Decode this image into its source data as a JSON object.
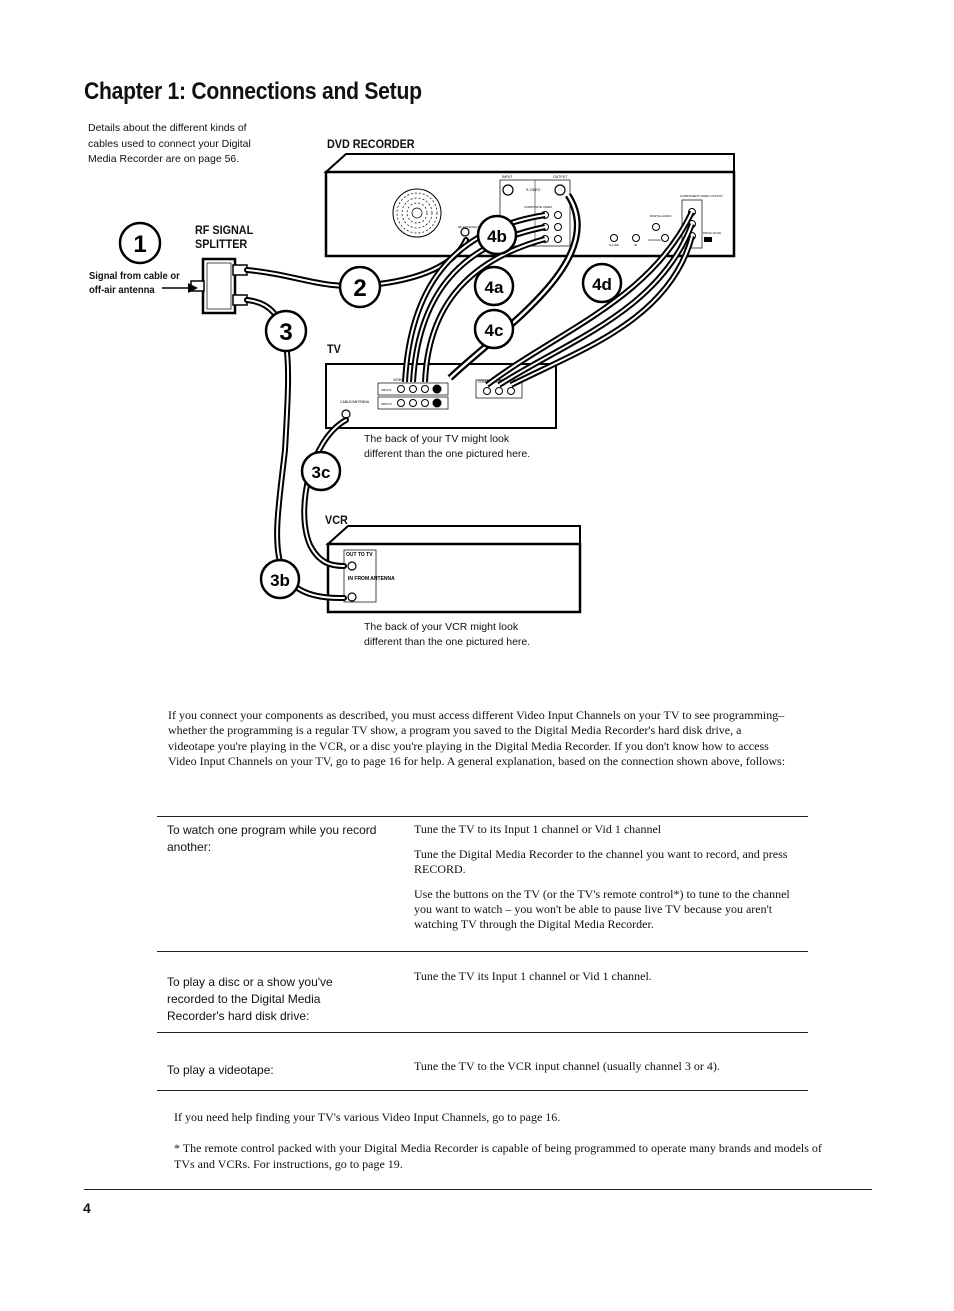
{
  "chapter_title": "Chapter 1: Connections and Setup",
  "details_note": "Details about the different kinds of cables used to connect your Digital Media Recorder are on page 56.",
  "diagram": {
    "dvd_recorder_label": "DVD RECORDER",
    "rf_splitter_label": "RF SIGNAL SPLITTER",
    "signal_source_label": "Signal from cable or off-air antenna",
    "tv_label": "TV",
    "vcr_label": "VCR",
    "tv_caption": "The back of your TV might look different than the one pictured here.",
    "vcr_caption": "The back of your VCR might look different than the one pictured here.",
    "vcr_out_to_tv": "OUT TO TV",
    "vcr_in_from_antenna": "IN FROM ANTENNA",
    "tv_cable_antenna": "CABLE/ANTENNA",
    "tv_input1": "INPUT1",
    "tv_input2": "INPUT2",
    "tv_video": "VIDEO",
    "tv_component": "COMPONENT",
    "dvd_input": "INPUT",
    "dvd_output": "OUTPUT",
    "dvd_svideo": "S-VIDEO",
    "dvd_composite": "COMPOSITE VIDEO",
    "dvd_rf_antenna": "RF ANTENNA INPUT",
    "dvd_component_out": "COMPONENT VIDEO OUTPUT",
    "dvd_digital_audio": "DIGITAL AUDIO",
    "dvd_coaxial": "COAXIAL",
    "dvd_glink": "G-LINK",
    "dvd_ir": "IR",
    "dvd_progscan": "PROG SCAN",
    "step_labels": [
      "1",
      "2",
      "3",
      "3b",
      "3c",
      "4a",
      "4b",
      "4c",
      "4d"
    ]
  },
  "intro_paragraph": "If you connect your components as described, you must access different Video Input Channels on your TV to see programming– whether the programming is a regular TV show, a program you saved to the Digital Media Recorder's hard disk drive, a videotape you're playing in the VCR, or a disc you're playing in the Digital Media Recorder. If you don't know how to access Video Input Channels on your TV, go to page 16 for help. A general explanation, based on the connection shown above, follows:",
  "table": [
    {
      "label": "To watch one program while you record another:",
      "instructions": [
        "Tune the TV to its Input 1 channel or Vid 1 channel",
        "Tune the Digital Media Recorder to the channel you want to record, and press RECORD.",
        "Use the buttons on the TV (or the TV's remote control*) to tune to the channel you want to watch – you won't be able to pause live TV because you aren't watching TV through the Digital Media Recorder."
      ]
    },
    {
      "label": "To play a disc or a show you've recorded to the Digital Media Recorder's hard disk drive:",
      "instructions": [
        "Tune the TV its Input 1 channel or Vid 1 channel."
      ]
    },
    {
      "label": "To play a videotape:",
      "instructions": [
        "Tune the TV to the VCR input channel (usually channel 3 or 4)."
      ]
    }
  ],
  "help_note": "If you need help finding your TV's various Video Input Channels, go to page 16.",
  "remote_note": "* The remote control packed with your Digital Media Recorder is capable of being programmed to operate many brands and models of TVs and VCRs. For instructions, go to page 19.",
  "page_number": "4"
}
